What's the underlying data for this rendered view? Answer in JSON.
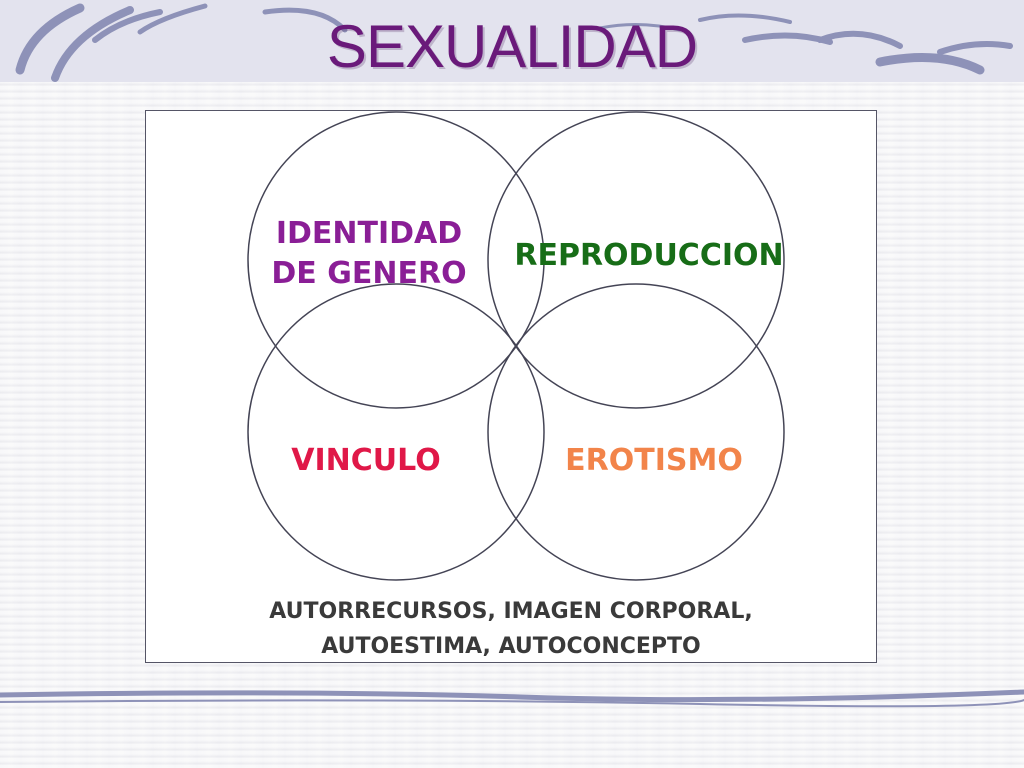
{
  "slide": {
    "title": "SEXUALIDAD"
  },
  "venn": {
    "top_left": [
      "IDENTIDAD",
      "DE GENERO"
    ],
    "top_right": "REPRODUCCION",
    "bottom_left": "VINCULO",
    "bottom_right": "EROTISMO"
  },
  "footer": {
    "line1": "AUTORRECURSOS, IMAGEN CORPORAL,",
    "line2": "AUTOESTIMA, AUTOCONCEPTO"
  },
  "colors": {
    "title": "#6a1a7a",
    "identidad": "#8a1e96",
    "reproduccion": "#176d17",
    "vinculo": "#e01848",
    "erotismo": "#f2844a",
    "decoration": "#8e92b8"
  }
}
